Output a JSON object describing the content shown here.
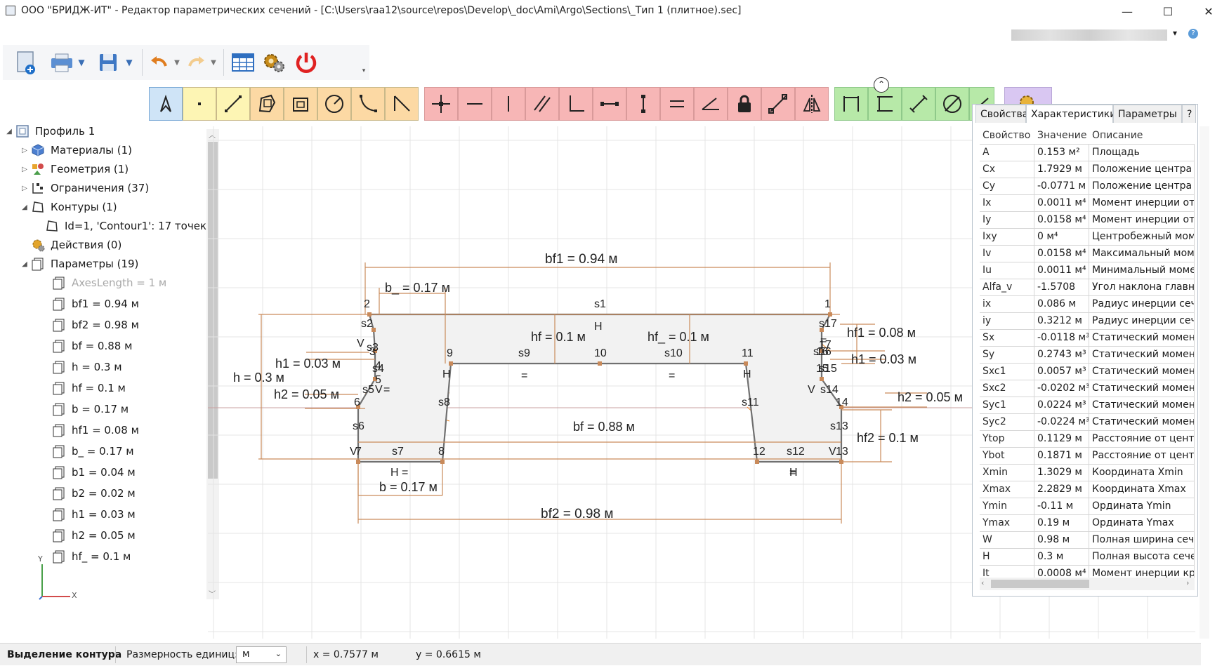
{
  "window": {
    "title": "ООО \"БРИДЖ-ИТ\" - Редактор параметрических сечений - [C:\\Users\\raa12\\source\\repos\\Develop\\_doc\\Ami\\Argo\\Sections\\_Тип 1 (плитное).sec]",
    "minimize": "—",
    "maximize": "☐",
    "close": "✕"
  },
  "account": {
    "arrow": "▾",
    "help": "?"
  },
  "tree": {
    "root": "Профиль 1",
    "materials": "Материалы (1)",
    "geometry": "Геометрия (1)",
    "constraints": "Ограничения (37)",
    "contours": "Контуры (1)",
    "contour_item": "Id=1, 'Contour1': 17 точек",
    "actions": "Действия (0)",
    "parameters": "Параметры (19)",
    "params": [
      {
        "label": "AxesLength = 1 м",
        "dim": true
      },
      {
        "label": "bf1 = 0.94 м",
        "dim": false
      },
      {
        "label": "bf2 = 0.98 м",
        "dim": false
      },
      {
        "label": "bf = 0.88 м",
        "dim": false
      },
      {
        "label": "h = 0.3 м",
        "dim": false
      },
      {
        "label": "hf = 0.1 м",
        "dim": false
      },
      {
        "label": "b = 0.17 м",
        "dim": false
      },
      {
        "label": "hf1 = 0.08 м",
        "dim": false
      },
      {
        "label": "b_ = 0.17 м",
        "dim": false
      },
      {
        "label": "b1 = 0.04 м",
        "dim": false
      },
      {
        "label": "b2 = 0.02 м",
        "dim": false
      },
      {
        "label": "h1 = 0.03 м",
        "dim": false
      },
      {
        "label": "h2 = 0.05 м",
        "dim": false
      },
      {
        "label": "hf_ = 0.1 м",
        "dim": false
      }
    ]
  },
  "axes": {
    "y": "Y",
    "x": "X"
  },
  "drawing": {
    "dims": {
      "bf1": "bf1 = 0.94 м",
      "b_": "b_ = 0.17 м",
      "hf1": "hf1 = 0.08 м",
      "hf_l": "hf = 0.1 м",
      "hf_m": "hf_ = 0.1 м",
      "h1_l": "h1 = 0.03 м",
      "h1_r": "h1 = 0.03 м",
      "h": "h = 0.3 м",
      "h2_l": "h2 = 0.05 м",
      "h2_r": "h2 = 0.05 м",
      "bf": "bf = 0.88 м",
      "hf2": "hf2 = 0.1 м",
      "b": "b = 0.17 м",
      "bf2": "bf2 = 0.98 м"
    },
    "points": [
      "1",
      "2",
      "3",
      "4",
      "5",
      "6",
      "7",
      "8",
      "9",
      "10",
      "11",
      "12",
      "13",
      "14",
      "15",
      "16",
      "17"
    ],
    "segments": [
      "s1",
      "s2",
      "s3",
      "s4",
      "s5",
      "s6",
      "s7",
      "s8",
      "s9",
      "s10",
      "s11",
      "s12",
      "s13",
      "s14",
      "s15",
      "s16",
      "s17"
    ],
    "marks": {
      "H": "H",
      "V": "V",
      "eq": "=",
      "Heq": "H ="
    }
  },
  "panel": {
    "tabs": [
      "Свойства",
      "Характеристики",
      "Параметры",
      "?"
    ],
    "headers": [
      "Свойство",
      "Значение",
      "Описание"
    ],
    "rows": [
      [
        "A",
        "0.153 м²",
        "Площадь"
      ],
      [
        "Cx",
        "1.7929 м",
        "Положение центра тя"
      ],
      [
        "Cy",
        "-0.0771 м",
        "Положение центра тя"
      ],
      [
        "Ix",
        "0.0011 м⁴",
        "Момент инерции отн"
      ],
      [
        "Iy",
        "0.0158 м⁴",
        "Момент инерции отн"
      ],
      [
        "Ixy",
        "0 м⁴",
        "Центробежный моме"
      ],
      [
        "Iv",
        "0.0158 м⁴",
        "Максимальный моме"
      ],
      [
        "Iu",
        "0.0011 м⁴",
        "Минимальный момен"
      ],
      [
        "Alfa_v",
        "-1.5708",
        "Угол наклона главной"
      ],
      [
        "ix",
        "0.086 м",
        "Радиус инерции сече"
      ],
      [
        "iy",
        "0.3212 м",
        "Радиус инерции сече"
      ],
      [
        "Sx",
        "-0.0118 м³",
        "Статический момент"
      ],
      [
        "Sy",
        "0.2743 м³",
        "Статический момент"
      ],
      [
        "Sxc1",
        "0.0057 м³",
        "Статический момент"
      ],
      [
        "Sxc2",
        "-0.0202 м³",
        "Статический момент"
      ],
      [
        "Syc1",
        "0.0224 м³",
        "Статический момент"
      ],
      [
        "Syc2",
        "-0.0224 м³",
        "Статический момент"
      ],
      [
        "Ytop",
        "0.1129 м",
        "Расстояние от центра"
      ],
      [
        "Ybot",
        "0.1871 м",
        "Расстояние от центра"
      ],
      [
        "Xmin",
        "1.3029 м",
        "Координата Xmin"
      ],
      [
        "Xmax",
        "2.2829 м",
        "Координата Xmax"
      ],
      [
        "Ymin",
        "-0.11 м",
        "Ордината Ymin"
      ],
      [
        "Ymax",
        "0.19 м",
        "Ордината Ymax"
      ],
      [
        "W",
        "0.98 м",
        "Полная ширина сечен"
      ],
      [
        "H",
        "0.3 м",
        "Полная высота сечен"
      ],
      [
        "It",
        "0.0008 м⁴",
        "Момент инерции кру"
      ]
    ]
  },
  "status": {
    "mode": "Выделение контура",
    "units_label": "Размерность единиц:",
    "units_value": "м",
    "x": "x = 0.7577 м",
    "y": "y = 0.6615 м"
  },
  "colors": {
    "orange": "#e8913a",
    "contour": "#707070",
    "dim": "#c98a5a"
  }
}
